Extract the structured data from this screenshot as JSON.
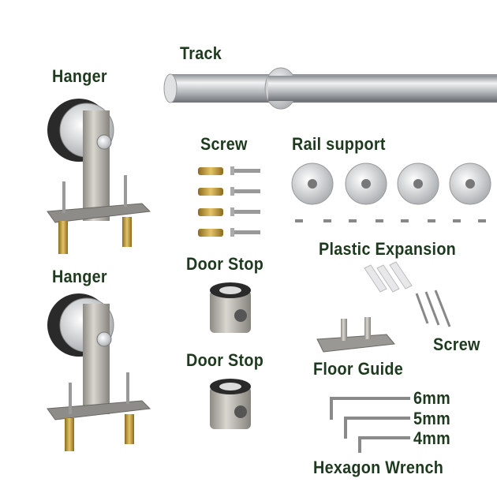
{
  "labels": {
    "track": "Track",
    "hanger_top": "Hanger",
    "hanger_bottom": "Hanger",
    "screw_top": "Screw",
    "rail_support": "Rail support",
    "door_stop_top": "Door Stop",
    "door_stop_bottom": "Door Stop",
    "plastic_expansion": "Plastic Expansion",
    "screw_right": "Screw",
    "floor_guide": "Floor Guide",
    "size_6mm": "6mm",
    "size_5mm": "5mm",
    "size_4mm": "4mm",
    "hexagon_wrench": "Hexagon Wrench"
  },
  "colors": {
    "label": "#1e3a1e",
    "steel": "#b8bcc0",
    "brass": "#c9a23a",
    "rubber": "#2a2a2a"
  }
}
